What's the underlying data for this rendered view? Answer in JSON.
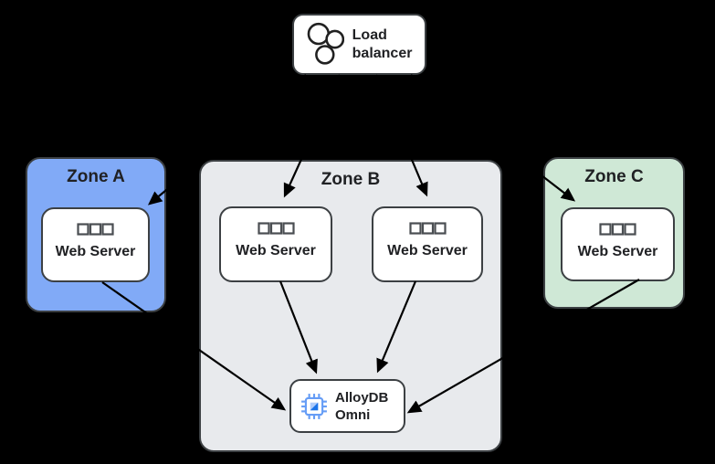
{
  "colors": {
    "background": "#000000",
    "arrow": "#000000",
    "border": "#3C4043",
    "box_fill": "#FFFFFF",
    "text": "#202124",
    "zone_a_fill": "#81AAF7",
    "zone_b_fill": "#E8EAED",
    "zone_c_fill": "#CFE8D6",
    "server_icon_gray": "#4A4E52",
    "lb_icon_stroke": "#212121",
    "chip_blue": "#669DF6",
    "chip_light_blue": "#AECBFA",
    "chip_dark_blue": "#1A73E8"
  },
  "diagram": {
    "load_balancer": {
      "label": "Load balancer"
    },
    "zones": [
      {
        "id": "zone-a",
        "label": "Zone A",
        "servers": [
          {
            "label": "Web Server"
          }
        ]
      },
      {
        "id": "zone-b",
        "label": "Zone B",
        "servers": [
          {
            "label": "Web Server"
          },
          {
            "label": "Web Server"
          }
        ]
      },
      {
        "id": "zone-c",
        "label": "Zone C",
        "servers": [
          {
            "label": "Web Server"
          }
        ]
      }
    ],
    "database": {
      "label": "AlloyDB Omni"
    },
    "edges": [
      {
        "from": "load-balancer",
        "to": "web-server-zone-a"
      },
      {
        "from": "load-balancer",
        "to": "web-server-zone-b-1"
      },
      {
        "from": "load-balancer",
        "to": "web-server-zone-b-2"
      },
      {
        "from": "load-balancer",
        "to": "web-server-zone-c"
      },
      {
        "from": "web-server-zone-a",
        "to": "alloydb-omni"
      },
      {
        "from": "web-server-zone-b-1",
        "to": "alloydb-omni"
      },
      {
        "from": "web-server-zone-b-2",
        "to": "alloydb-omni"
      },
      {
        "from": "web-server-zone-c",
        "to": "alloydb-omni"
      }
    ]
  }
}
